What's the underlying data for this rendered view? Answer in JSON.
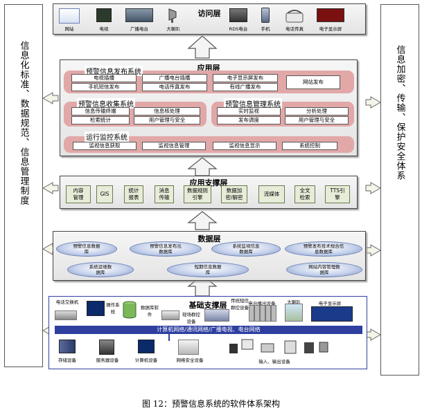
{
  "left_side": "信息化标准、数据规范、信息管理制度",
  "right_side": "信息加密、传输、保护安全体系",
  "access": {
    "title": "访问层",
    "items": [
      "网站",
      "电视",
      "广播电台",
      "大喇叭",
      "RDS电台",
      "手机",
      "电话传真",
      "电子显示屏"
    ]
  },
  "app": {
    "title": "应用层",
    "publish": {
      "title": "预警信息发布系统",
      "items": [
        "电视插播",
        "广播电台插播",
        "电子显示屏发布",
        "手机短信发布",
        "电话传真发布",
        "有线广播发布",
        "网站发布"
      ]
    },
    "collect": {
      "title": "预警信息收集系统",
      "items": [
        "信息传输终端",
        "信息核处理",
        "检索统计",
        "用户管理与安全"
      ]
    },
    "manage": {
      "title": "预警信息管理系统",
      "items": [
        "实时监视",
        "分析处理",
        "发布调度",
        "用户管理与安全"
      ]
    },
    "monitor": {
      "title": "运行监控系统",
      "items": [
        "监视信息获取",
        "监视信息管理",
        "监视信息显示",
        "系统控制"
      ]
    }
  },
  "support": {
    "title": "应用支撑层",
    "items": [
      "内容管理",
      "GIS",
      "统计报表",
      "消息传输",
      "数据规则引擎",
      "数据加密/解密",
      "流媒体",
      "全文检索",
      "TTS引擎"
    ]
  },
  "data": {
    "title": "数据层",
    "items": [
      "预警信息数据库",
      "预警信息发布元数据库",
      "系统监视信息数据库",
      "预警发布技术规合信息数据库",
      "系统运维数据库",
      "短期信息数据库",
      "网站内容管理数据库"
    ]
  },
  "infra": {
    "title": "基础支撑层",
    "top_labels": [
      "电话交换机",
      "操作系统",
      "数据库软件",
      "传统短信群控设备",
      "现场群控设备",
      "电台播出设备",
      "大喇叭",
      "电子显示屏"
    ],
    "network": "计算机网络/通讯网络/广播电视、电台网络",
    "bottom_labels": [
      "存储设备",
      "服务器设备",
      "计算机设备",
      "网络安全设备",
      "输入、输出设备"
    ]
  },
  "caption": "图 12：预警信息系统的软件体系架构"
}
